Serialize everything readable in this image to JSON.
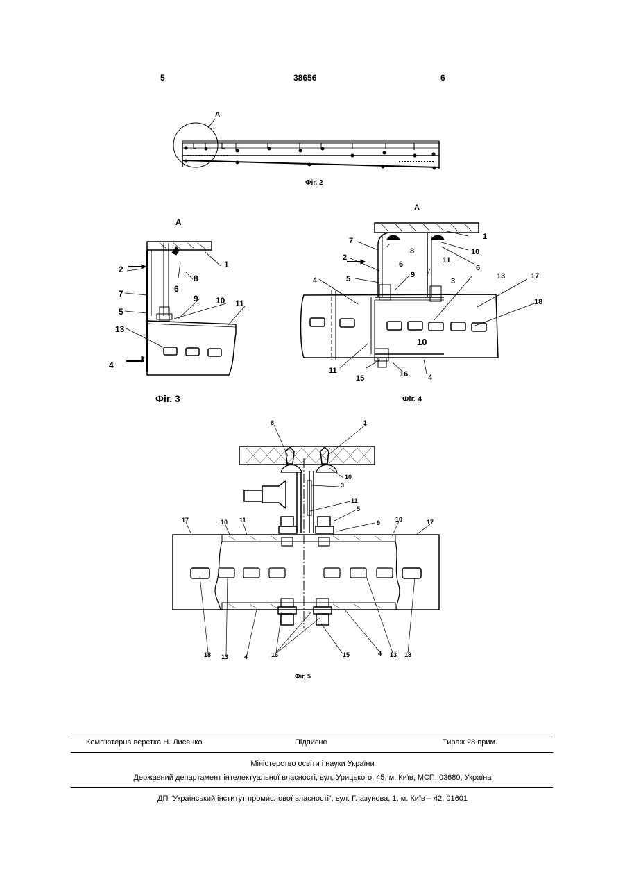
{
  "header": {
    "left_page": "5",
    "patent_number": "38656",
    "right_page": "6"
  },
  "figures": {
    "fig2": {
      "caption": "Фіг. 2",
      "detail_label": "А"
    },
    "fig3": {
      "caption": "Фіг. 3",
      "view_label": "А",
      "labels": [
        "2",
        "7",
        "5",
        "13",
        "4",
        "6",
        "8",
        "1",
        "9",
        "10",
        "11"
      ]
    },
    "fig4": {
      "caption": "Фіг. 4",
      "view_label": "А",
      "labels": [
        "1",
        "7",
        "8",
        "10",
        "2",
        "6",
        "11",
        "6",
        "5",
        "9",
        "3",
        "4",
        "13",
        "17",
        "18",
        "10",
        "11",
        "15",
        "16",
        "4"
      ]
    },
    "fig5": {
      "caption": "Фіг. 5",
      "labels": [
        "6",
        "1",
        "10",
        "3",
        "11",
        "5",
        "9",
        "17",
        "10",
        "11",
        "10",
        "17",
        "18",
        "13",
        "4",
        "16",
        "15",
        "4",
        "13",
        "18"
      ]
    }
  },
  "footer": {
    "compose": "Комп'ютерна верстка Н. Лисенко",
    "signed": "Підписне",
    "print_run": "Тираж 28 прим.",
    "ministry": "Міністерство освіти і науки України",
    "department": "Державний департамент інтелектуальної власності, вул. Урицького, 45, м. Київ, МСП, 03680, Україна",
    "institute": "ДП “Український інститут промислової власності”, вул. Глазунова, 1, м. Київ – 42, 01601"
  }
}
